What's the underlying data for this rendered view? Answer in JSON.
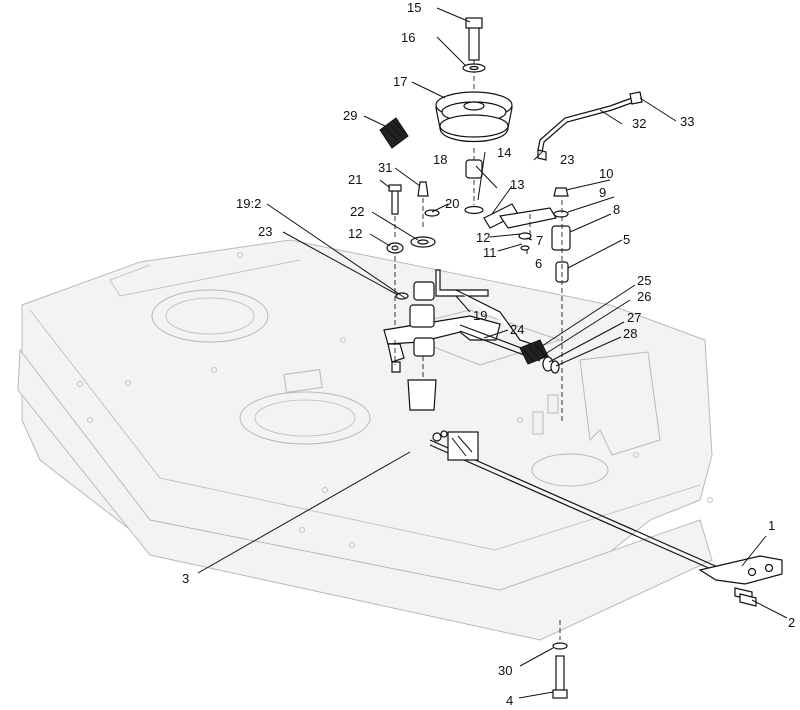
{
  "callouts": {
    "c1": "1",
    "c2": "2",
    "c3": "3",
    "c4": "4",
    "c5": "5",
    "c6": "6",
    "c7": "7",
    "c8": "8",
    "c9": "9",
    "c10": "10",
    "c11": "11",
    "c12a": "12",
    "c12b": "12",
    "c13": "13",
    "c14": "14",
    "c15": "15",
    "c16": "16",
    "c17": "17",
    "c18": "18",
    "c19": "19",
    "c19_2": "19:2",
    "c20": "20",
    "c21": "21",
    "c22": "22",
    "c23a": "23",
    "c23b": "23",
    "c24": "24",
    "c25": "25",
    "c26": "26",
    "c27": "27",
    "c28": "28",
    "c29": "29",
    "c30": "30",
    "c31": "31",
    "c32": "32",
    "c33": "33"
  },
  "colors": {
    "ink": "#111111",
    "ghost_fill": "#f3f3f3",
    "ghost_stroke": "#b9b9b9"
  }
}
